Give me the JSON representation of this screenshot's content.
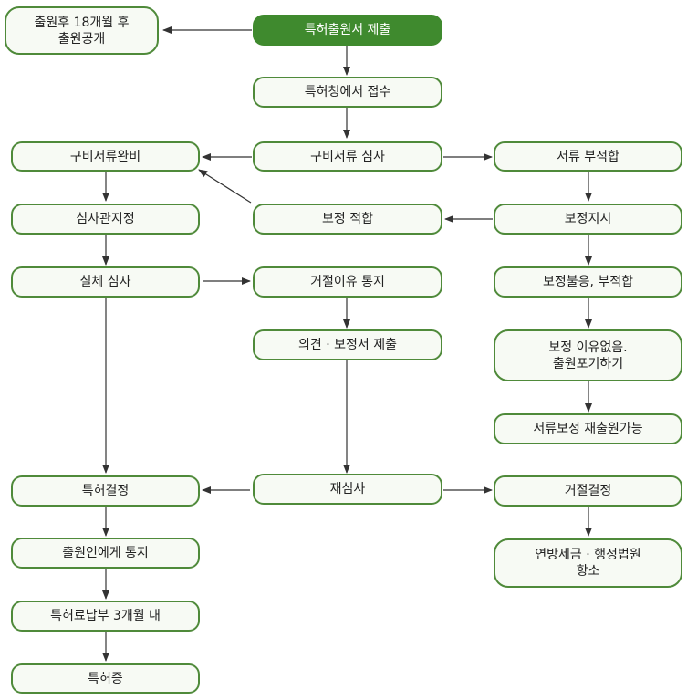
{
  "colors": {
    "border": "#4f8a3a",
    "fill": "#f7faf4",
    "start_fill": "#3f8a2e",
    "arrow": "#333333"
  },
  "nodes": {
    "submit": "특허출원서 제출",
    "publish": "출원후 18개월 후\n출원공개",
    "receive": "특허청에서 접수",
    "formal_review": "구비서류 심사",
    "docs_complete": "구비서류완비",
    "docs_unfit": "서류 부적합",
    "examiner": "심사관지정",
    "amend_ok": "보정 적합",
    "amend_order": "보정지시",
    "substantive": "실체 심사",
    "rejection_notice": "거절이유 통지",
    "amend_fail": "보정불응, 부적합",
    "opinion": "의견 · 보정서 제출",
    "no_reason": "보정 이유없음.\n출원포기하기",
    "refile": "서류보정 재출원가능",
    "grant": "특허결정",
    "reexam": "재심사",
    "reject": "거절결정",
    "notify": "출원인에게 통지",
    "appeal": "연방세금 · 행정법원\n항소",
    "fee": "특허료납부 3개월 내",
    "certificate": "특허증"
  }
}
